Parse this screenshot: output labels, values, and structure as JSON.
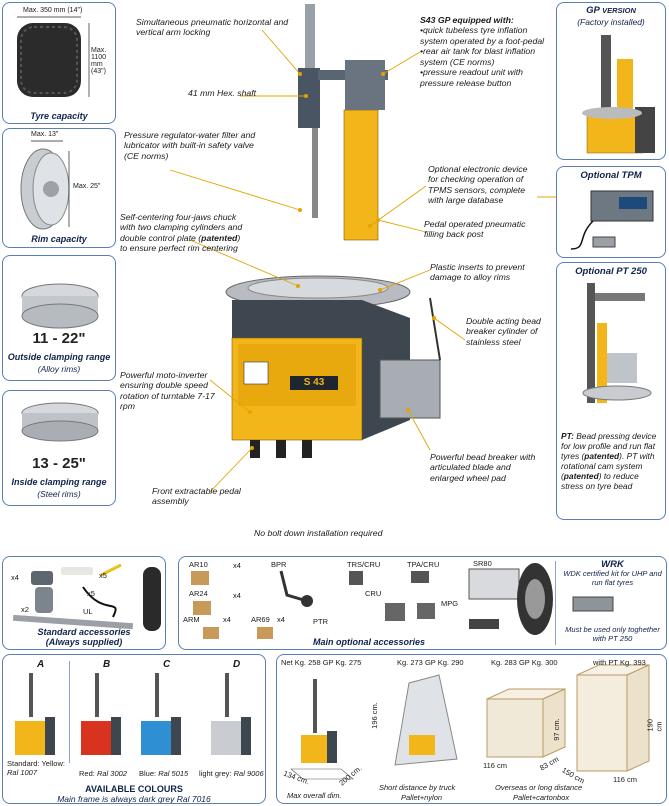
{
  "tyre": {
    "max_diam": "Max. 350 mm (14\")",
    "max_height": "Max. 1100 mm (43\")",
    "caption": "Tyre capacity"
  },
  "rim": {
    "max_width": "Max. 13\"",
    "max_diam": "Max. 25\"",
    "caption": "Rim capacity"
  },
  "outside": {
    "range": "11 - 22\"",
    "caption": "Outside clamping range",
    "sub": "(Alloy rims)"
  },
  "inside": {
    "range": "13 - 25\"",
    "caption": "Inside clamping range",
    "sub": "(Steel rims)"
  },
  "callouts": {
    "arm_locking": "Simultaneous pneumatic horizontal and vertical arm locking",
    "hex_shaft": "41 mm Hex. shaft",
    "regulator": "Pressure regulator-water filter and lubricator with built-in safety valve (CE norms)",
    "chuck_a": "Self-centering four-jaws chuck with two clamping cylinders and double control plate (",
    "chuck_pat": "patented",
    "chuck_b": ") to ensure perfect rim centering",
    "tpms_device": "Optional electronic device for checking operation of TPMS sensors, complete with large database",
    "pedal_filling": "Pedal operated pneumatic filling back post",
    "plastic_inserts": "Plastic inserts to prevent damage to alloy rims",
    "bead_cylinder": "Double acting bead breaker cylinder of stainless steel",
    "inverter": "Powerful moto-inverter ensuring double speed rotation of turntable 7-17 rpm",
    "bead_breaker": "Powerful bead breaker with articulated blade and enlarged wheel pad",
    "pedal_assembly": "Front extractable pedal assembly",
    "no_bolt": "No bolt down installation required"
  },
  "gp_equipped": {
    "title": "S43 GP equipped with:",
    "items": [
      "•quick tubeless tyre inflation system operated by a foot-pedal",
      "•rear air tank for blast inflation system (CE norms)",
      "•pressure readout unit with pressure release button"
    ]
  },
  "gp_version": {
    "title_a": "GP",
    "title_b": "VERSION",
    "sub": "(Factory installed)"
  },
  "tpm": {
    "title": "Optional TPM"
  },
  "pt250": {
    "title": "Optional PT 250",
    "desc_label": "PT:",
    "desc_a": " Bead pressing device for low profile and run flat tyres (",
    "pat1": "patented",
    "desc_b": "). PT with rotational cam system (",
    "pat2": "patented",
    "desc_c": ") to reduce stress on tyre bead"
  },
  "machine_badge": "S 43",
  "std_acc": {
    "title1": "Standard accessories",
    "title2": "(Always supplied)",
    "labels": [
      "x4",
      "x5",
      "x5",
      "x2",
      "UL"
    ]
  },
  "opt_acc": {
    "title": "Main optional accessories",
    "labels": [
      "AR10",
      "x4",
      "BPR",
      "TRS/CRU",
      "TPA/CRU",
      "SR80",
      "AR24",
      "x4",
      "CRU",
      "MPG",
      "ARM",
      "x4",
      "AR69",
      "x4",
      "PTR"
    ]
  },
  "wrk": {
    "title": "WRK",
    "desc": "WDK certified kit for UHP and run flat tyres",
    "note": "Must be used only toghether with PT 250"
  },
  "colours": {
    "letters": [
      "A",
      "B",
      "C",
      "D"
    ],
    "names": [
      "Standard: Yellow:",
      "Red:",
      "Blue:",
      "light grey:"
    ],
    "codes": [
      "Ral 1007",
      "Ral 3002",
      "Ral 5015",
      "Ral 9006"
    ],
    "hex": [
      "#f2b51a",
      "#d8331f",
      "#2f8fd3",
      "#c9cdd2"
    ],
    "title": "AVAILABLE COLOURS",
    "note": "Main frame is always dark grey Ral 7016"
  },
  "weights": {
    "net": "Net Kg. 258  GP Kg. 275",
    "truck": "Kg. 273  GP Kg. 290",
    "overseas": "Kg. 283  GP Kg. 300",
    "pt": "with PT Kg. 393",
    "dims": [
      "196 cm.",
      "134 cm.",
      "200 cm.",
      "97 cm.",
      "116 cm",
      "83 cm",
      "190 cm",
      "150 cm",
      "116 cm"
    ],
    "cap1": "Max overall dim.",
    "cap2a": "Short distance by truck",
    "cap2b": "Pallet+nylon",
    "cap3a": "Overseas or long distance",
    "cap3b": "Pallet+cartonbox"
  }
}
